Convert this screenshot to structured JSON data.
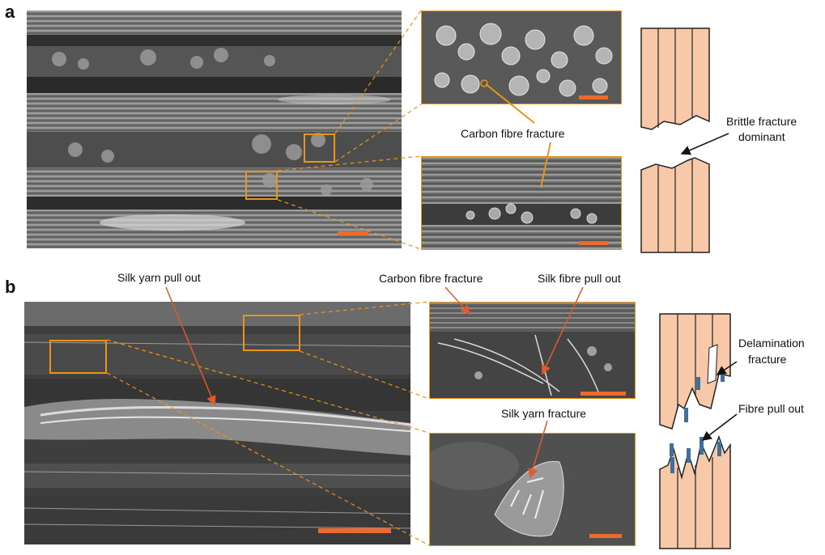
{
  "panels": {
    "a": {
      "letter": "a",
      "labels": {
        "carbon_fibre_fracture": "Carbon fibre fracture",
        "brittle_line1": "Brittle fracture",
        "brittle_line2": "dominant"
      }
    },
    "b": {
      "letter": "b",
      "labels": {
        "silk_yarn_pull_out": "Silk yarn pull out",
        "carbon_fibre_fracture": "Carbon fibre fracture",
        "silk_fibre_pull_out": "Silk fibre pull out",
        "silk_yarn_fracture": "Silk yarn fracture",
        "delamination_line1": "Delamination",
        "delamination_line2": "fracture",
        "fibre_pull_out": "Fibre pull out"
      }
    }
  },
  "colors": {
    "highlight_box": "#e8951a",
    "scale_bar": "#ec6a2b",
    "pointer_arrow": "#e05a2a",
    "schematic_fill": "#f7c9a8",
    "silk_fibre": "#3f6f9a"
  }
}
